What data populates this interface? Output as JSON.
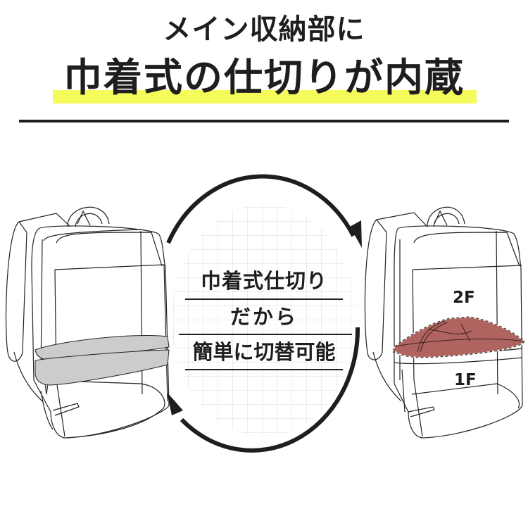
{
  "header": {
    "subtitle": "メイン収納部に",
    "title": "巾着式の仕切りが内蔵"
  },
  "center_panel": {
    "lines": [
      "巾着式仕切り",
      "だから",
      "簡単に切替可能"
    ]
  },
  "right_backpack": {
    "upper_label": "2F",
    "lower_label": "1F"
  },
  "colors": {
    "text": "#1e1e1e",
    "highlight": "#f5fb5a",
    "divider_gray": "#cccccc",
    "pouch_red": "#b0645f",
    "grid_line": "#ececec"
  }
}
